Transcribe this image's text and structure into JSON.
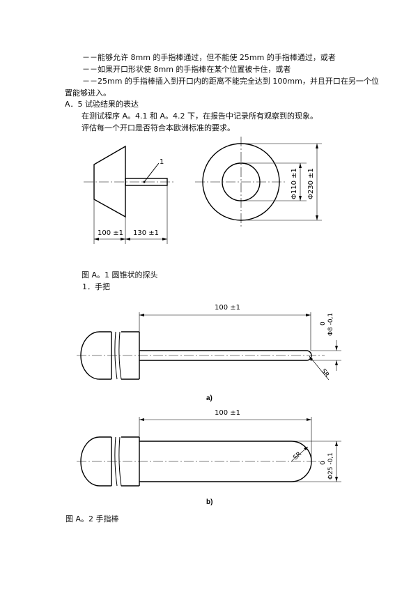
{
  "text": {
    "line1": "－－能够允许 8mm 的手指棒通过，但不能使 25mm 的手指棒通过，或者",
    "line2": "－－如果开口形状使 8mm 的手指棒在某个位置被卡住，或者",
    "line3": "－－25mm 的手指棒插入到开口内的距离不能完全达到  100mm，并且开口在另一个位",
    "line4": "置能够进入。",
    "section": "A．5 试验结果的表达",
    "para1": "在测试程序 A。4.1 和 A。4.2 下，在报告中记录所有观察到的现象。",
    "para2": "评估每一个开口是否符合本欧洲标准的要求。"
  },
  "figure1": {
    "callout": "1",
    "dim_left": "100 ±1",
    "dim_right": "130 ±1",
    "dim_inner_dia": "Φ110 ±1",
    "dim_outer_dia": "Φ230 ±1",
    "title": "图 A。1 圆锥状的探头",
    "legend": "1．手把"
  },
  "figure2": {
    "a": {
      "length": "100 ±1",
      "tol_top": "0",
      "tol_bottom": "Φ8 -0,1",
      "radius": "SR",
      "caption": "a)"
    },
    "b": {
      "length": "100 ±1",
      "tol_top": "0",
      "tol_bottom": "Φ25 -0,1",
      "radius": "SR",
      "caption": "b)"
    },
    "title": "图 A。2 手指棒"
  }
}
